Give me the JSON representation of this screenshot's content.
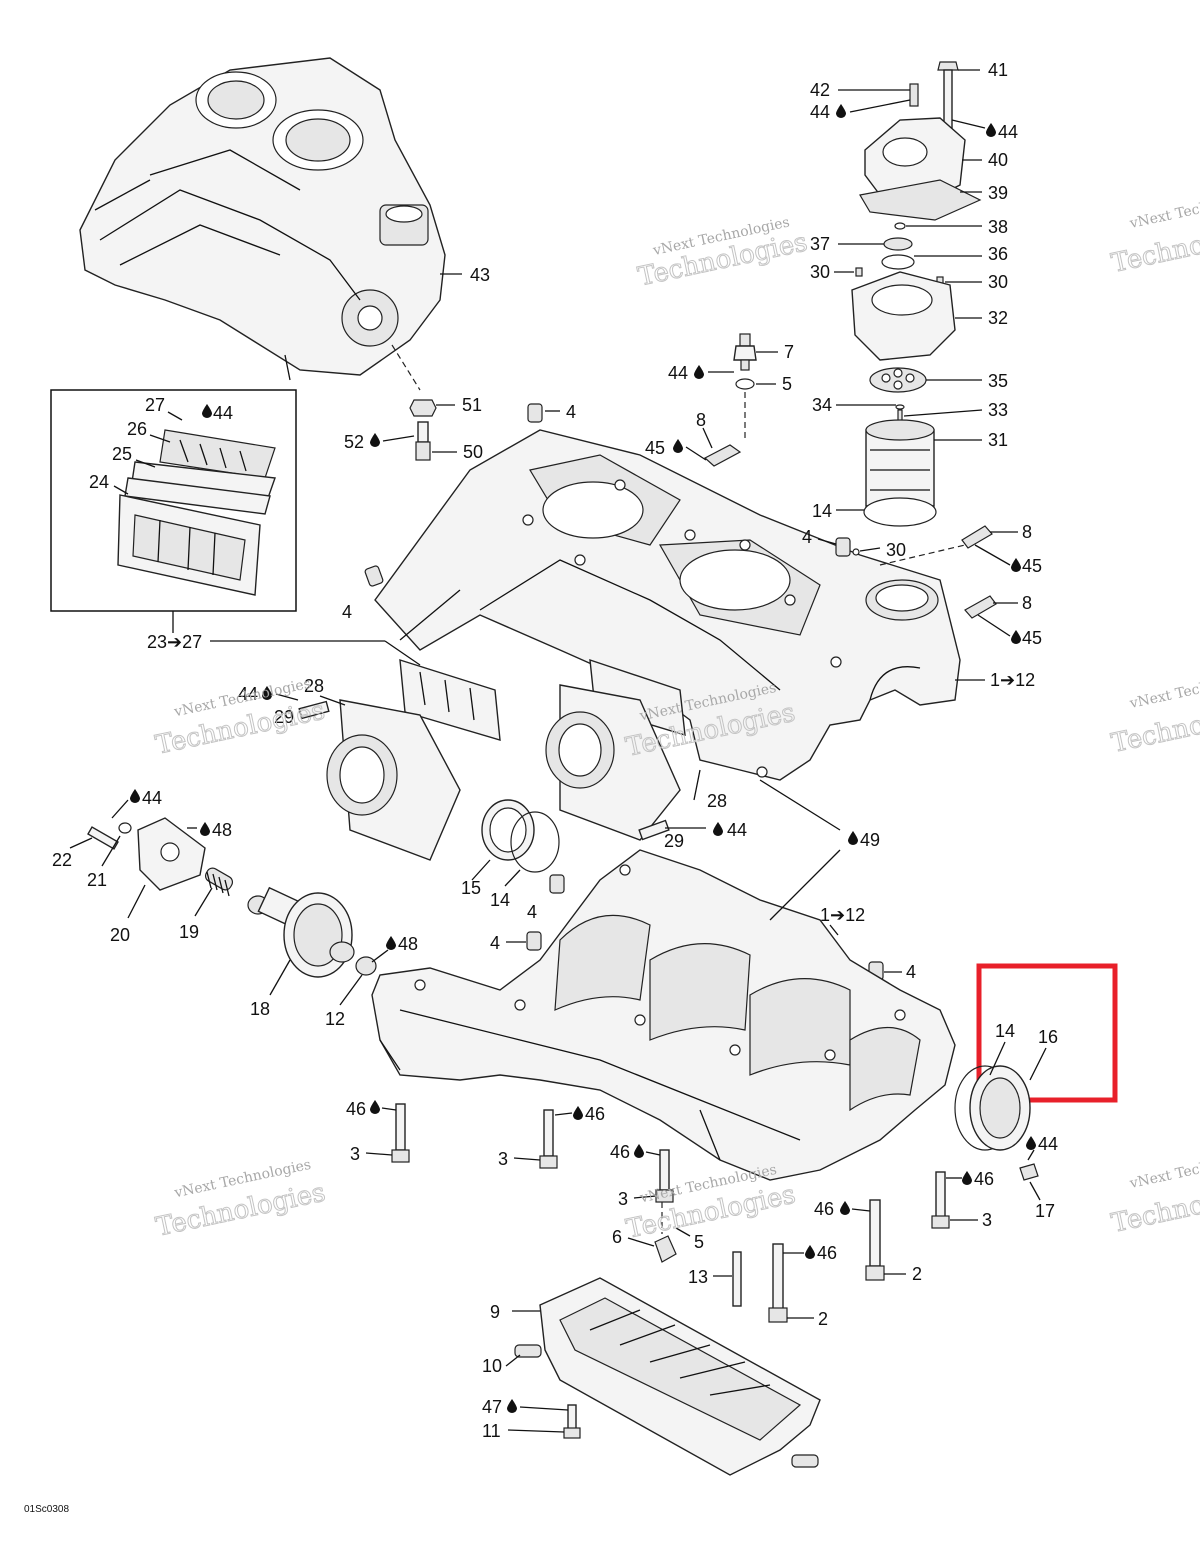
{
  "diagram": {
    "code": "01Sc0308",
    "watermark": {
      "line1": "vNext Technologies",
      "line2": "Technologies"
    },
    "highlight_color": "#e8202a",
    "callouts": {
      "c41": "41",
      "c42": "42",
      "c44a": "44",
      "c44b": "44",
      "c40": "40",
      "c39": "39",
      "c38": "38",
      "c37": "37",
      "c36": "36",
      "c30a": "30",
      "c30b": "30",
      "c32": "32",
      "c43": "43",
      "c7": "7",
      "c44c": "44",
      "c5a": "5",
      "c35": "35",
      "c34": "34",
      "c33": "33",
      "c31": "31",
      "c27": "27",
      "c44d": "44",
      "c26": "26",
      "c25": "25",
      "c24": "24",
      "c51": "51",
      "c52": "52",
      "c50": "50",
      "c4a": "4",
      "c8a": "8",
      "c45a": "45",
      "c14a": "14",
      "c4b": "4",
      "c30c": "30",
      "c8b": "8",
      "c45b": "45",
      "c4c": "4",
      "c8c": "8",
      "c45c": "45",
      "c23": "23➔27",
      "c1a": "1➔12",
      "c44e": "44",
      "c28a": "28",
      "c29a": "29",
      "c44f": "44",
      "c48a": "48",
      "c22": "22",
      "c21": "21",
      "c20": "20",
      "c19": "19",
      "c28b": "28",
      "c29b": "29",
      "c44g": "44",
      "c49": "49",
      "c15": "15",
      "c14b": "14",
      "c4d": "4",
      "c1b": "1➔12",
      "c4e": "4",
      "c4f": "4",
      "c48b": "48",
      "c18": "18",
      "c12": "12",
      "c14c": "14",
      "c16": "16",
      "c46a": "46",
      "c46b": "46",
      "c3a": "3",
      "c3b": "3",
      "c46c": "46",
      "c3c": "3",
      "c44h": "44",
      "c46d": "46",
      "c3d": "3",
      "c17": "17",
      "c6": "6",
      "c5b": "5",
      "c46e": "46",
      "c13": "13",
      "c46f": "46",
      "c2a": "2",
      "c2b": "2",
      "c9": "9",
      "c10": "10",
      "c47": "47",
      "c11": "11"
    }
  }
}
